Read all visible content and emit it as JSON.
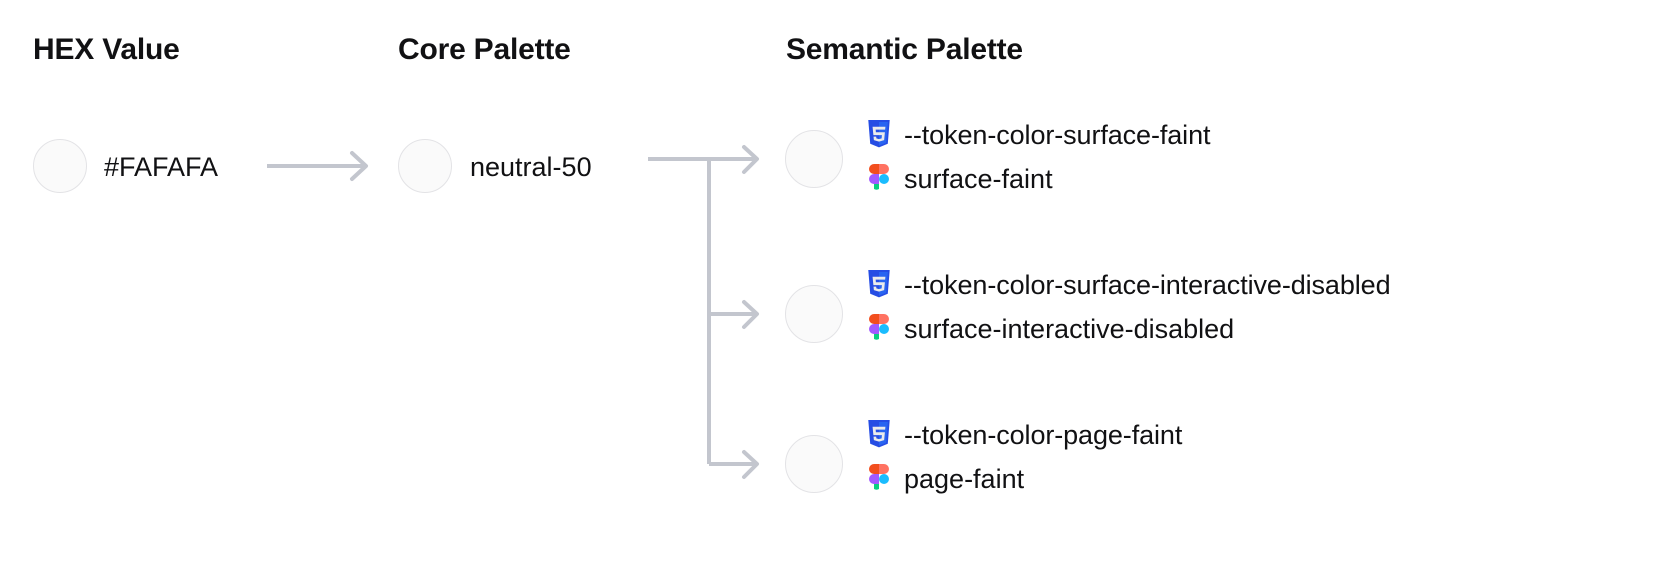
{
  "columns": {
    "hex": {
      "heading": "HEX Value"
    },
    "core": {
      "heading": "Core Palette"
    },
    "semantic": {
      "heading": "Semantic Palette"
    }
  },
  "hex_value": {
    "label": "#FAFAFA",
    "swatch_color": "#FAFAFA"
  },
  "core_value": {
    "label": "neutral-50",
    "swatch_color": "#FAFAFA"
  },
  "semantic_tokens": [
    {
      "swatch_color": "#FAFAFA",
      "css_icon": "css3-icon",
      "css_name": "--token-color-surface-faint",
      "figma_icon": "figma-icon",
      "figma_name": "surface-faint"
    },
    {
      "swatch_color": "#FAFAFA",
      "css_icon": "css3-icon",
      "css_name": "--token-color-surface-interactive-disabled",
      "figma_icon": "figma-icon",
      "figma_name": "surface-interactive-disabled"
    },
    {
      "swatch_color": "#FAFAFA",
      "css_icon": "css3-icon",
      "css_name": "--token-color-page-faint",
      "figma_icon": "figma-icon",
      "figma_name": "page-faint"
    }
  ],
  "theme": {
    "text_color": "#111113",
    "connector_color": "#C3C6CE",
    "swatch_border": "#E3E3E6",
    "background": "#FFFFFF",
    "css_icon_blue": "#264DE4",
    "css_icon_blue_light": "#2965F1",
    "figma_orange": "#F24E1E",
    "figma_red": "#FF7262",
    "figma_purple": "#A259FF",
    "figma_blue": "#1ABCFE",
    "figma_green": "#0ACF83"
  },
  "connectors": {
    "hex_to_core": "arrow-right",
    "core_to_semantic": "branching-tree-arrow"
  }
}
